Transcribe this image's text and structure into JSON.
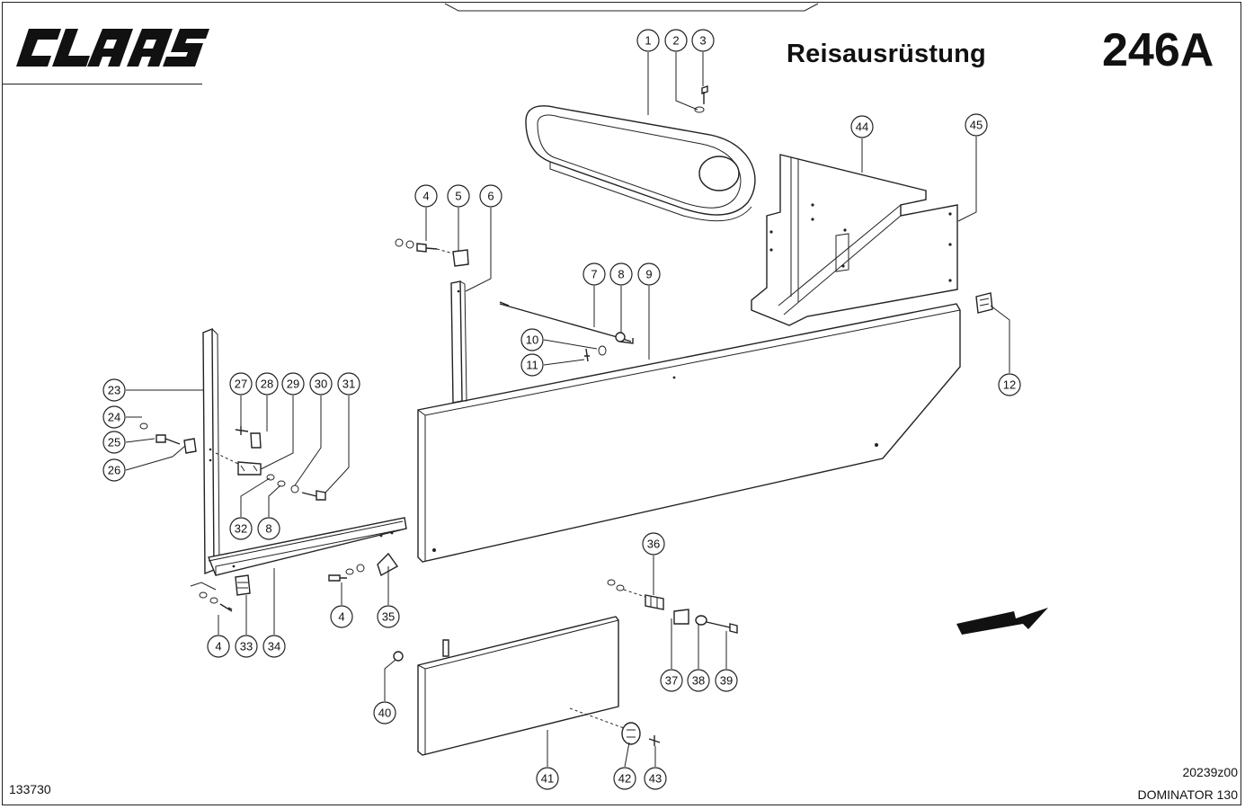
{
  "header": {
    "brand": "CLAAS",
    "title": "Reisausrüstung",
    "page_number": "246A"
  },
  "footer": {
    "drawing_number": "133730",
    "reference_code": "20239z00",
    "model": "DOMINATOR 130"
  },
  "callouts": [
    {
      "id": "c1",
      "label": "1"
    },
    {
      "id": "c2",
      "label": "2"
    },
    {
      "id": "c3",
      "label": "3"
    },
    {
      "id": "c44",
      "label": "44"
    },
    {
      "id": "c45",
      "label": "45"
    },
    {
      "id": "c4a",
      "label": "4"
    },
    {
      "id": "c5",
      "label": "5"
    },
    {
      "id": "c6",
      "label": "6"
    },
    {
      "id": "c7",
      "label": "7"
    },
    {
      "id": "c8a",
      "label": "8"
    },
    {
      "id": "c9",
      "label": "9"
    },
    {
      "id": "c10",
      "label": "10"
    },
    {
      "id": "c11",
      "label": "11"
    },
    {
      "id": "c12",
      "label": "12"
    },
    {
      "id": "c23",
      "label": "23"
    },
    {
      "id": "c24",
      "label": "24"
    },
    {
      "id": "c25",
      "label": "25"
    },
    {
      "id": "c26",
      "label": "26"
    },
    {
      "id": "c27",
      "label": "27"
    },
    {
      "id": "c28",
      "label": "28"
    },
    {
      "id": "c29",
      "label": "29"
    },
    {
      "id": "c30",
      "label": "30"
    },
    {
      "id": "c31",
      "label": "31"
    },
    {
      "id": "c32",
      "label": "32"
    },
    {
      "id": "c8b",
      "label": "8"
    },
    {
      "id": "c36",
      "label": "36"
    },
    {
      "id": "c4b",
      "label": "4"
    },
    {
      "id": "c35",
      "label": "35"
    },
    {
      "id": "c4c",
      "label": "4"
    },
    {
      "id": "c33",
      "label": "33"
    },
    {
      "id": "c34",
      "label": "34"
    },
    {
      "id": "c37",
      "label": "37"
    },
    {
      "id": "c38",
      "label": "38"
    },
    {
      "id": "c39",
      "label": "39"
    },
    {
      "id": "c40",
      "label": "40"
    },
    {
      "id": "c41",
      "label": "41"
    },
    {
      "id": "c42",
      "label": "42"
    },
    {
      "id": "c43",
      "label": "43"
    }
  ]
}
